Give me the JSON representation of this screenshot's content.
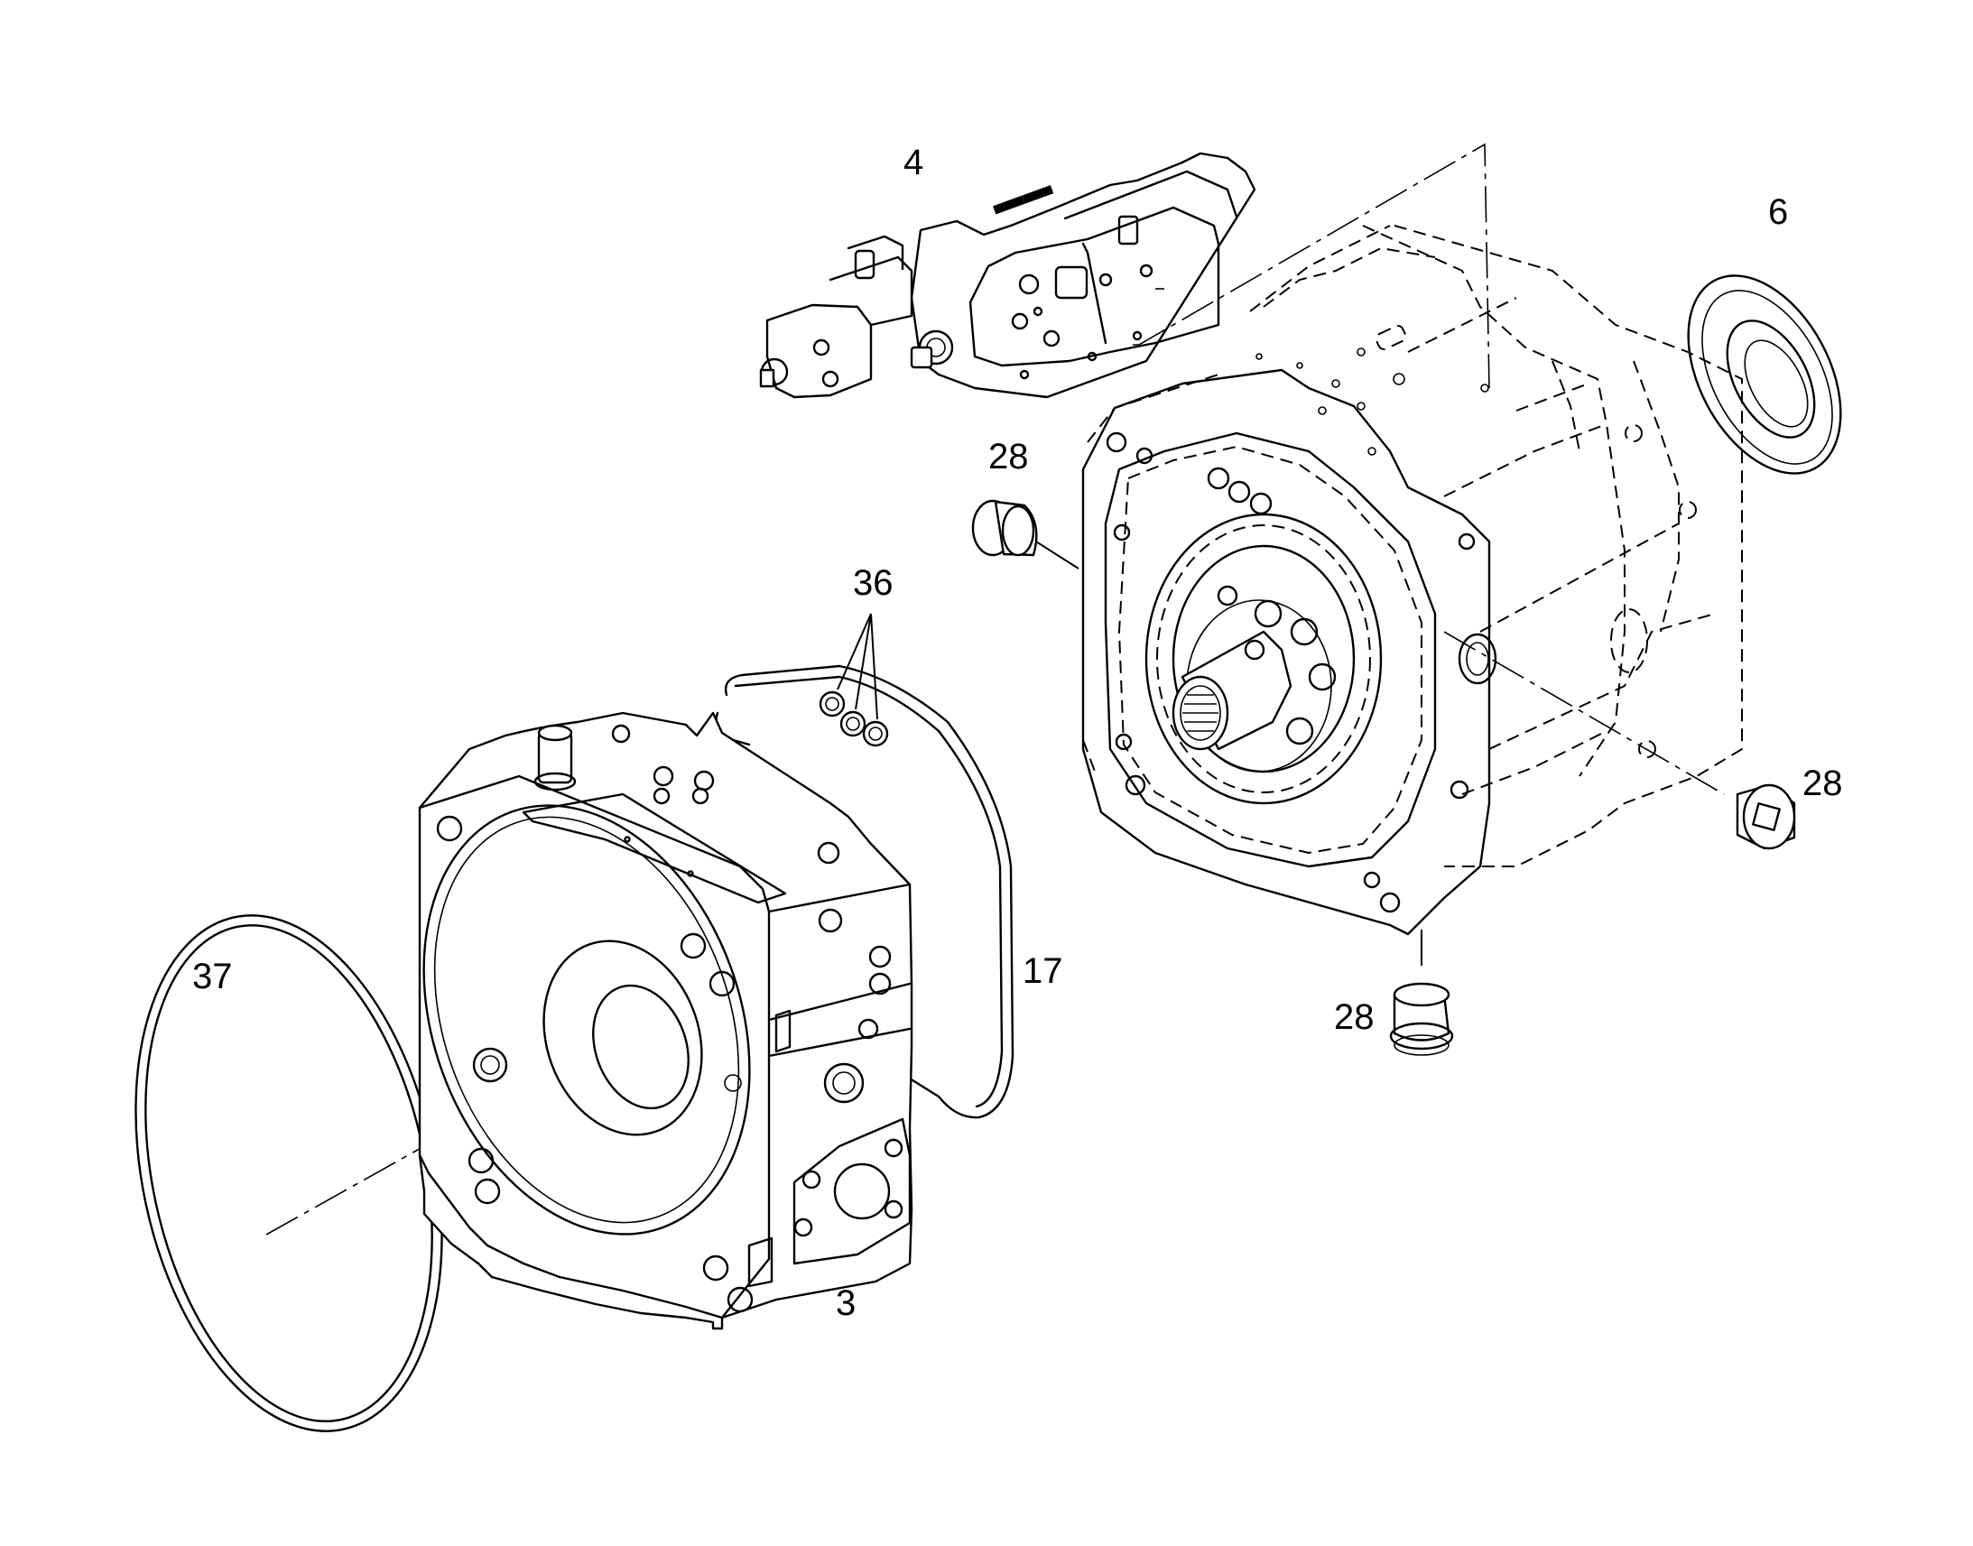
{
  "callouts": {
    "part_3": "3",
    "part_4": "4",
    "part_6": "6",
    "part_17": "17",
    "part_28_top": "28",
    "part_28_right": "28",
    "part_28_bottom": "28",
    "part_36": "36",
    "part_37": "37"
  }
}
